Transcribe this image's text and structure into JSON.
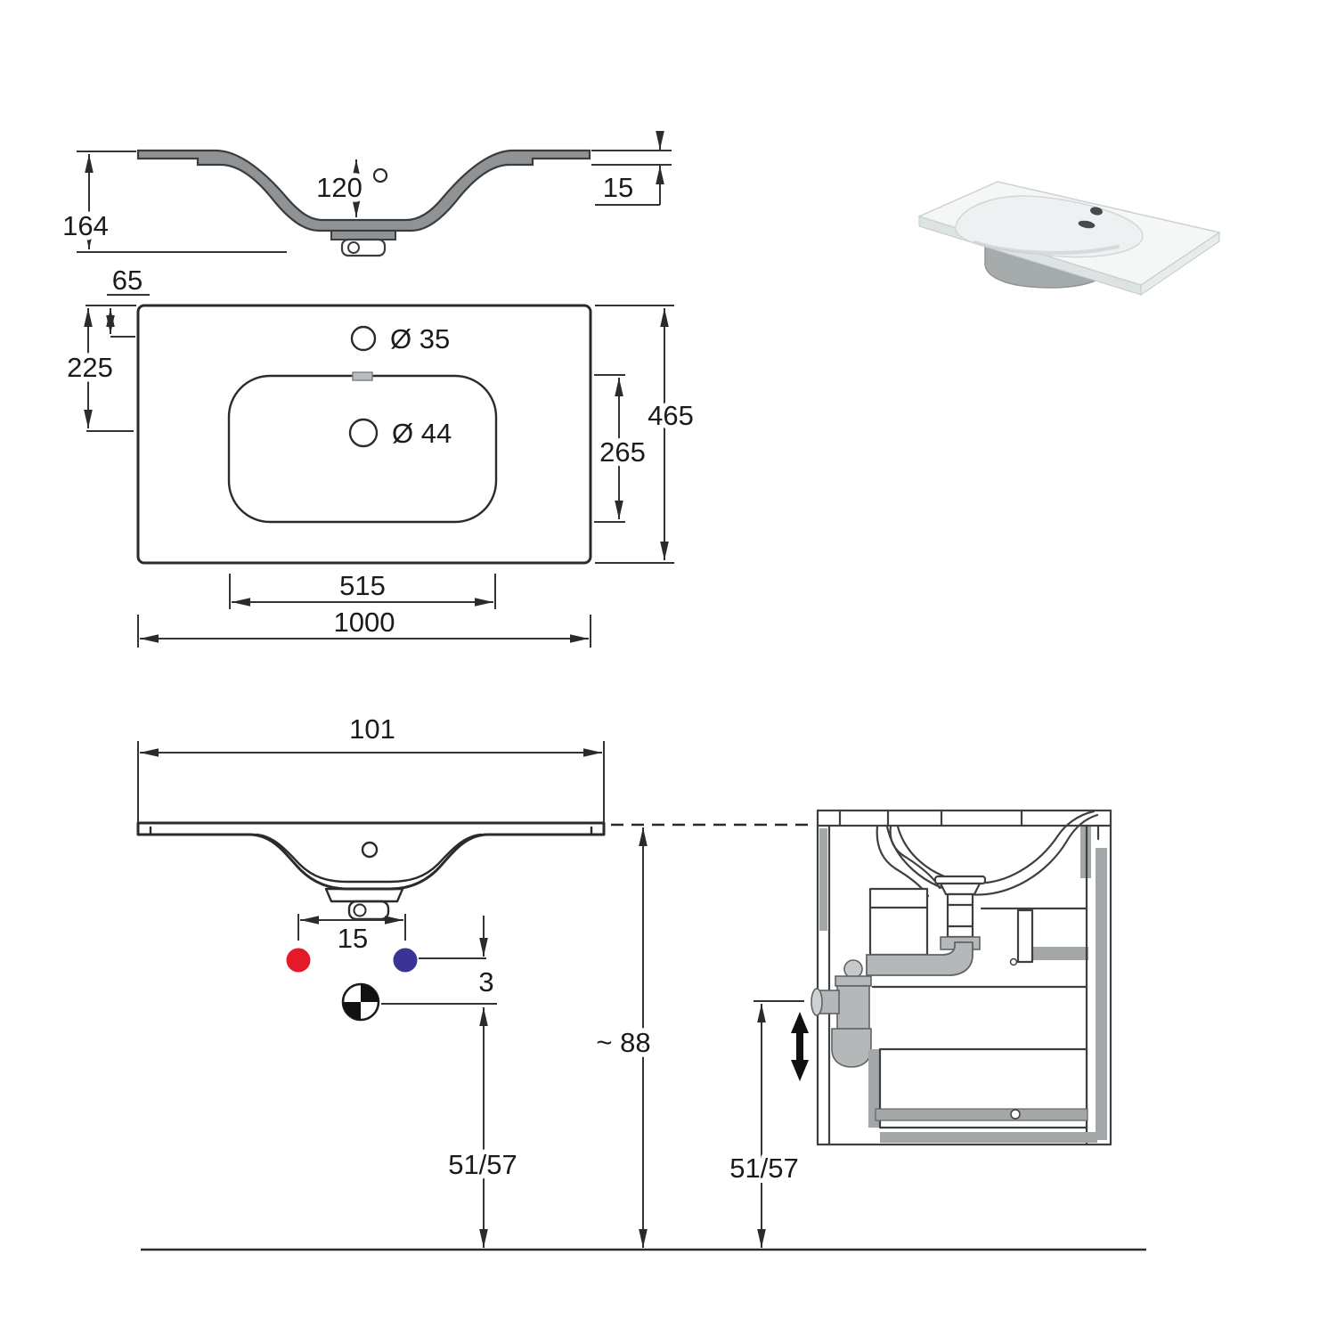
{
  "drawing": {
    "background": "#ffffff",
    "colors": {
      "line": "#2b2b2b",
      "dim_line": "#333333",
      "text": "#1b1b1b",
      "ceramic_section_gray": "#8f9396",
      "panel_gray": "#a4a7a8",
      "pipe_gray": "#b5b8b9",
      "hot_water_red": "#e41a2b",
      "cold_water_blue": "#3b3494",
      "render_bowl_gray": "#a6acac"
    },
    "dims": {
      "section_total_height": "164",
      "section_basin_depth": "120",
      "section_rim_thickness": "15",
      "plan_faucet_offset": "65",
      "plan_drain_offset": "225",
      "plan_faucet_hole": "Ø 35",
      "plan_drain_hole": "Ø 44",
      "plan_total_depth": "465",
      "plan_basin_depth": "265",
      "plan_basin_width": "515",
      "plan_total_width": "1000",
      "front_total_width": "101",
      "supply_spacing": "15",
      "supply_to_drain_offset": "3",
      "installation_height": "~ 88",
      "drain_outlet_height_front": "51/57",
      "drain_outlet_height_side": "51/57"
    }
  }
}
